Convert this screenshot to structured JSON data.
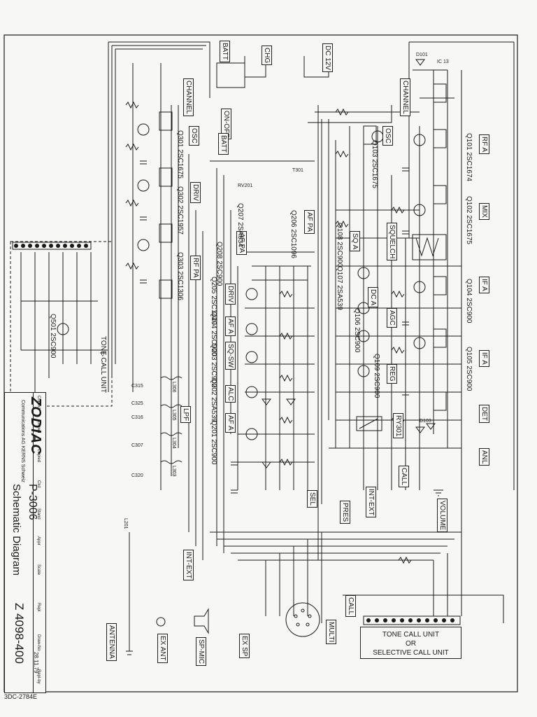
{
  "title_block": {
    "brand": "ZODIAC",
    "company": "Communications AG KERNS Schweiz",
    "model": "P-3006",
    "description": "Schematic Diagram",
    "drawing_no": "Z 4098-400",
    "date": "28.11.79",
    "field_labels": [
      "Correct",
      "Drawn",
      "Copied",
      "Ckd",
      "Stand",
      "Appr",
      "Scale",
      "Repl",
      "Draw-No",
      "Repl-by"
    ],
    "footer_code": "3DC-2784E"
  },
  "function_boxes": [
    "CHANNEL",
    "OSC",
    "DRIV",
    "RF PA",
    "LPF",
    "BATT",
    "CHG",
    "DC 12V",
    "ON-OFF",
    "BATT",
    "AF PA",
    "AF PA",
    "DRIV",
    "AF A",
    "SQ-SW",
    "ALC",
    "AF A",
    "SQ A",
    "SQUELCH",
    "DC A",
    "AGC",
    "REG",
    "RY301",
    "SEL",
    "PRES",
    "INT-EXT",
    "CALL",
    "VOLUME",
    "INT-EXT",
    "ANTENNA",
    "EX ANT",
    "SP-MIC",
    "EX SP",
    "MULTI",
    "CALL",
    "CHANNEL",
    "OSC",
    "RF A",
    "MIX",
    "IF A",
    "IF A",
    "DET",
    "ANL"
  ],
  "transistors": [
    {
      "ref": "Q301",
      "type": "2SC1675"
    },
    {
      "ref": "Q302",
      "type": "2SC1957"
    },
    {
      "ref": "Q303",
      "type": "2SC1306"
    },
    {
      "ref": "Q206",
      "type": "2SC1096"
    },
    {
      "ref": "Q207",
      "type": "2SA634"
    },
    {
      "ref": "Q208",
      "type": "2SC900"
    },
    {
      "ref": "Q205",
      "type": "2SC1449"
    },
    {
      "ref": "Q204",
      "type": "2SC900"
    },
    {
      "ref": "Q203",
      "type": "2SC900"
    },
    {
      "ref": "Q202",
      "type": "2SA539"
    },
    {
      "ref": "Q201",
      "type": "2SC900"
    },
    {
      "ref": "Q108",
      "type": "2SC900"
    },
    {
      "ref": "Q107",
      "type": "2SA539"
    },
    {
      "ref": "Q106",
      "type": "2SC900"
    },
    {
      "ref": "Q109",
      "type": "2SC900"
    },
    {
      "ref": "Q103",
      "type": "2SC1675"
    },
    {
      "ref": "Q101",
      "type": "2SC1674"
    },
    {
      "ref": "Q102",
      "type": "2SC1675"
    },
    {
      "ref": "Q104",
      "type": "2SC900"
    },
    {
      "ref": "Q105",
      "type": "2SC900"
    },
    {
      "ref": "Q501",
      "type": "2SC900"
    }
  ],
  "tone_unit_label": "TONE CALL UNIT",
  "selective_unit": {
    "line1": "TONE CALL UNIT",
    "line2": "OR",
    "line3": "SELECTIVE CALL UNIT"
  },
  "small_labels": [
    "L306",
    "L305",
    "L304",
    "L303",
    "C315",
    "C325",
    "C316",
    "C307",
    "C320",
    "L201",
    "T301",
    "RV201",
    "D101",
    "D103",
    "IC 13"
  ],
  "colors": {
    "ink": "#1a1a1a",
    "paper": "#f7f7f5"
  }
}
